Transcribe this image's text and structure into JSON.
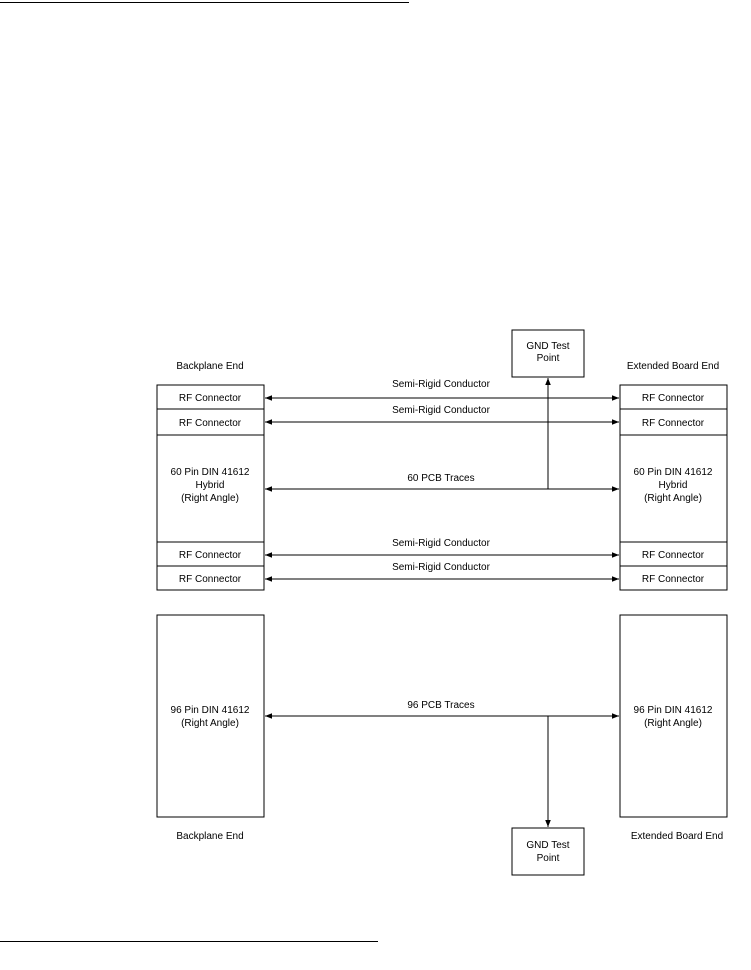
{
  "top_labels": {
    "left": "Backplane End",
    "right": "Extended Board End"
  },
  "bottom_labels": {
    "left": "Backplane End",
    "right": "Extended Board End"
  },
  "gnd_test_point": [
    "GND Test",
    "Point"
  ],
  "rf_connector": "RF Connector",
  "semi_rigid": "Semi-Rigid Conductor",
  "din60": {
    "lines": [
      "60 Pin DIN 41612",
      "Hybrid",
      "(Right Angle)"
    ],
    "traces": "60 PCB Traces"
  },
  "din96": {
    "lines": [
      "96 Pin DIN 41612",
      "(Right Angle)"
    ],
    "traces": "96 PCB Traces"
  }
}
